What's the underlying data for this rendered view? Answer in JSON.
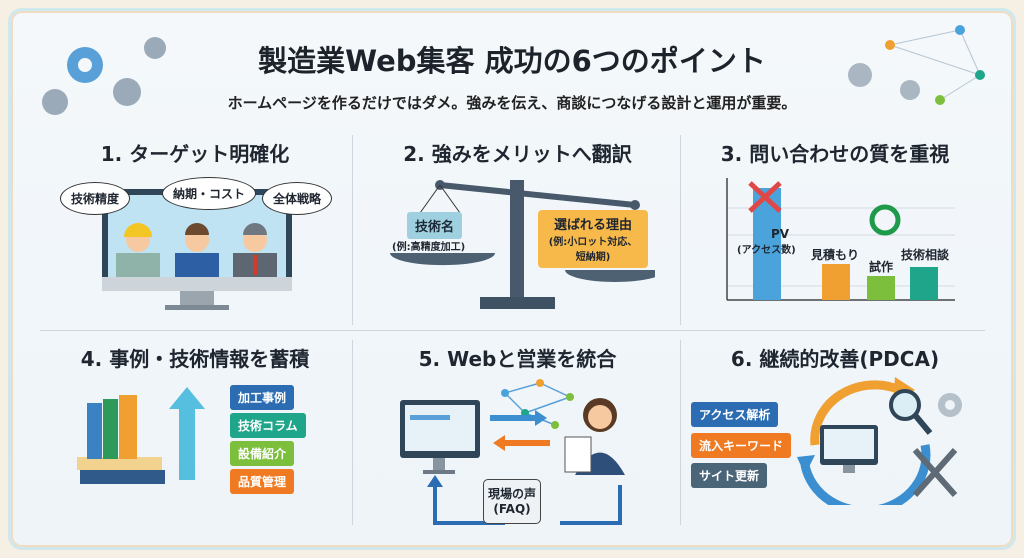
{
  "title": "製造業Web集客 成功の6つのポイント",
  "subtitle": "ホームページを作るだけではダメ。強みを伝え、商談につなげる設計と運用が重要。",
  "points": [
    {
      "heading": "1. ターゲット明確化",
      "bubbles": [
        "技術精度",
        "納期・コスト",
        "全体戦略"
      ]
    },
    {
      "heading": "2. 強みをメリットへ翻訳",
      "left_label": "技術名",
      "left_note": "(例:高精度加工)",
      "right_label": "選ばれる理由",
      "right_note1": "(例:小ロット対応、",
      "right_note2": "短納期)"
    },
    {
      "heading": "3. 問い合わせの質を重視",
      "bars": [
        {
          "label": "PV",
          "note": "(アクセス数)",
          "color": "#4ba3dc",
          "mark": "×"
        },
        {
          "label": "見積もり",
          "color": "#f0a030"
        },
        {
          "label": "試作",
          "color": "#7cbf3c"
        },
        {
          "label": "技術相談",
          "color": "#1ea58a"
        }
      ]
    },
    {
      "heading": "4. 事例・技術情報を蓄積",
      "tags": [
        {
          "text": "加工事例",
          "color": "#2b6cb3"
        },
        {
          "text": "技術コラム",
          "color": "#1ea58a"
        },
        {
          "text": "設備紹介",
          "color": "#7cbf3c"
        },
        {
          "text": "品質管理",
          "color": "#ef7a22"
        }
      ]
    },
    {
      "heading": "5. Webと営業を統合",
      "feedback": "現場の声",
      "feedback2": "(FAQ)"
    },
    {
      "heading": "6. 継続的改善(PDCA)",
      "tags": [
        {
          "text": "アクセス解析",
          "color": "#2b6cb3"
        },
        {
          "text": "流入キーワード",
          "color": "#ef7a22"
        },
        {
          "text": "サイト更新",
          "color": "#4a6478"
        }
      ]
    }
  ]
}
